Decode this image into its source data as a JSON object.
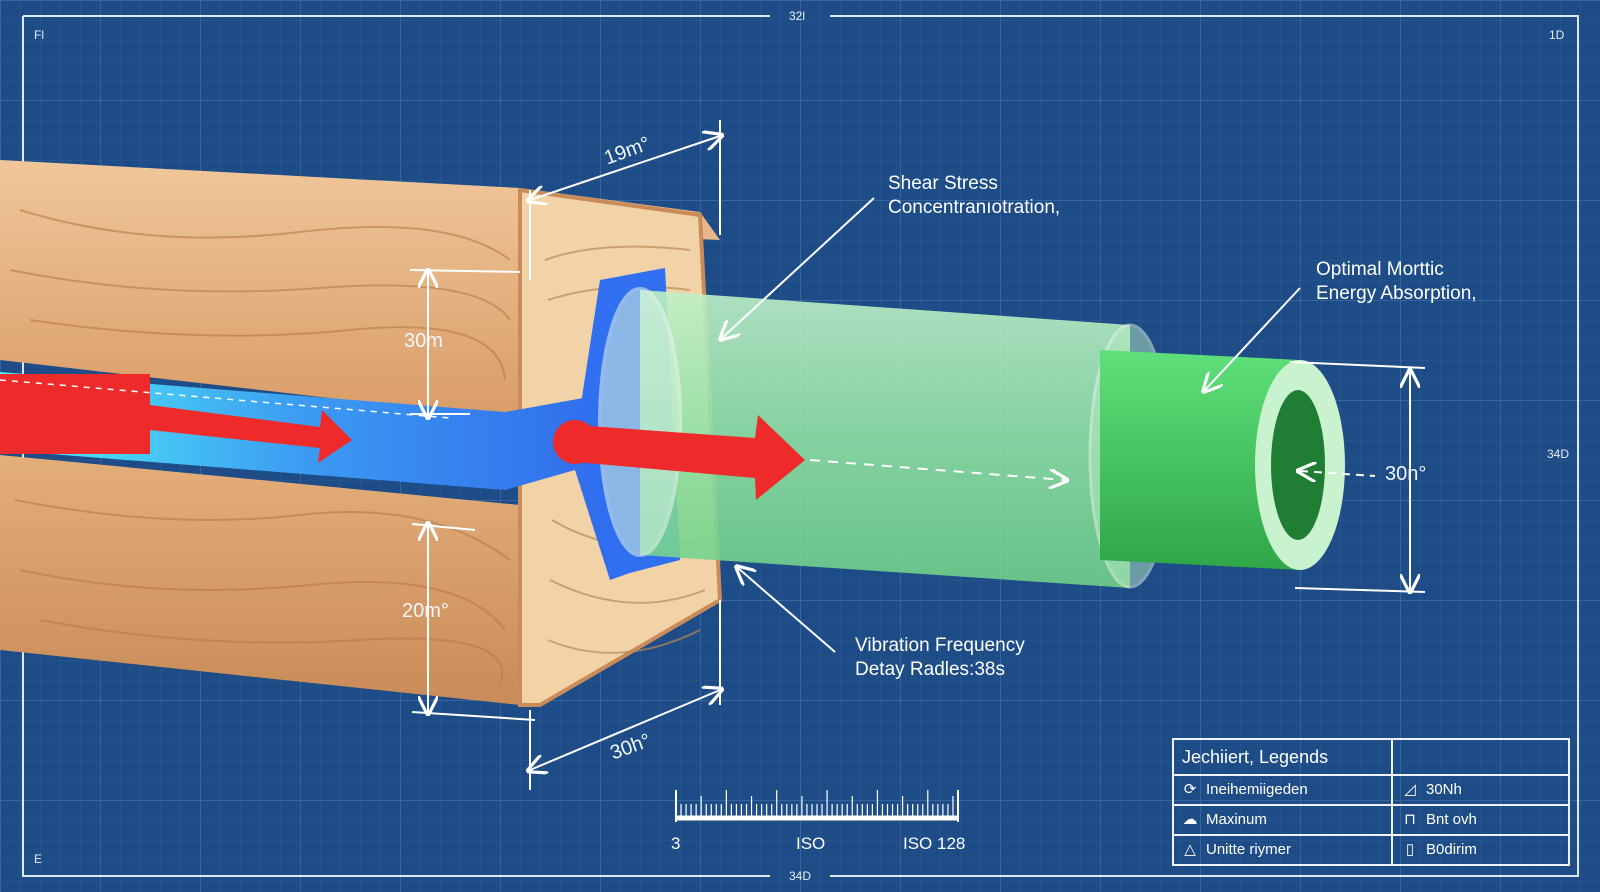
{
  "corners": {
    "top_left": "Fl",
    "top_right": "1D",
    "top_center": "32l",
    "bottom_left": "E",
    "bottom_center": "34D",
    "right_middle": "34D"
  },
  "callouts": {
    "shear": [
      "Shear Stress",
      "Concentranıotration,"
    ],
    "optimal": [
      "Optimal Morttic",
      "Energy Absorption,"
    ],
    "vibration": [
      "Vibration Frequency",
      "Detay Radles:38s"
    ]
  },
  "dimensions": {
    "top_angle": "19m°",
    "left_upper": "30m",
    "left_lower": "20m°",
    "bottom_angle": "30h°",
    "right_tube": "30n°"
  },
  "scale_bar": {
    "labels": [
      "3",
      "ISO",
      "ISO 128"
    ]
  },
  "legend": {
    "title": "Jechiiert, Legends",
    "rows": [
      {
        "icon": "refresh-icon",
        "label": "Ineihemiigeden",
        "right_icon": "square-corner-icon",
        "right_label": "30Nh"
      },
      {
        "icon": "cloud-icon",
        "label": "Maxinum",
        "right_icon": "bracket-icon",
        "right_label": "Bnt ovh"
      },
      {
        "icon": "triangle-icon",
        "label": "Unitte riymer",
        "right_icon": "box-icon",
        "right_label": "B0dirim"
      }
    ]
  },
  "colors": {
    "background": "#1d4c86",
    "grid": "#3b66a0",
    "wood": "#dea977",
    "stress": "#2f6ff0",
    "tube": "#47c962",
    "arrow": "#ef2a2a"
  }
}
